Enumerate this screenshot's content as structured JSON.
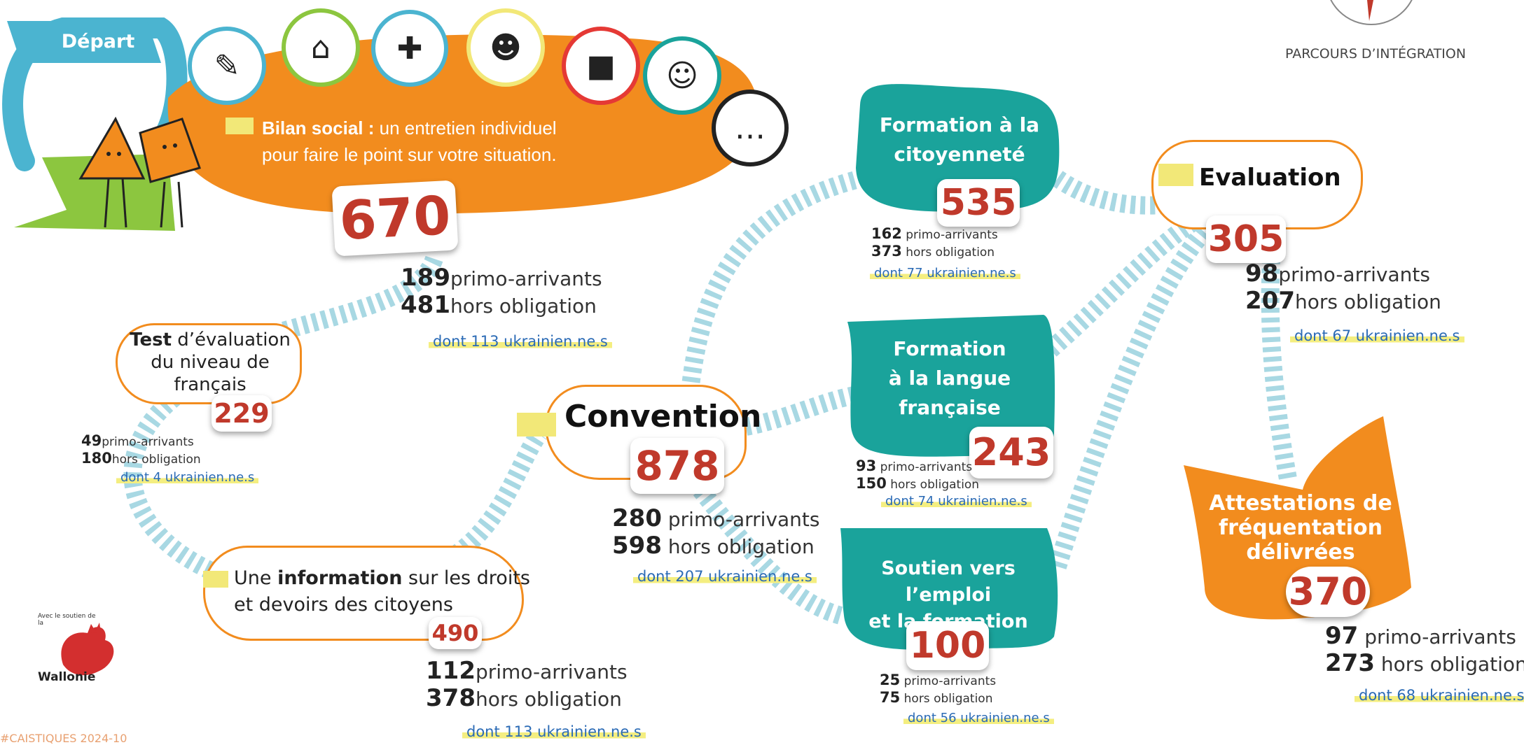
{
  "header": {
    "depart": "Départ",
    "parcours": "PARCOURS D’INTÉGRATION"
  },
  "icons": [
    "teacher-icon",
    "house-icon",
    "medical-kit-icon",
    "worker-icon",
    "bus-icon",
    "culture-icon",
    "speech-bubbles-icon"
  ],
  "bilan": {
    "title_bold": "Bilan social :",
    "title_line1": " un entretien individuel",
    "title_line2": "pour faire le point sur votre situation.",
    "total": "670",
    "primo_n": "189",
    "primo_l": "primo-arrivants",
    "hors_n": "481",
    "hors_l": "hors obligation",
    "ukr": "dont 113 ukrainien.ne.s"
  },
  "test": {
    "bold": "Test",
    "rest1": " d’évaluation",
    "rest2": "du niveau de",
    "rest3": "français",
    "total": "229",
    "primo_n": "49",
    "primo_l": "primo-arrivants",
    "hors_n": "180",
    "hors_l": "hors obligation",
    "ukr": "dont 4 ukrainien.ne.s"
  },
  "info": {
    "pre": "Une ",
    "bold": "information",
    "rest1": " sur les droits",
    "rest2": "et devoirs des citoyens",
    "total": "490",
    "primo_n": "112",
    "primo_l": "primo-arrivants",
    "hors_n": "378",
    "hors_l": "hors obligation",
    "ukr": "dont 113 ukrainien.ne.s"
  },
  "convention": {
    "title": "Convention",
    "total": "878",
    "primo_n": "280",
    "primo_l": "primo-arrivants",
    "hors_n": "598",
    "hors_l": "hors obligation",
    "ukr": "dont 207 ukrainien.ne.s"
  },
  "citoyennete": {
    "line1": "Formation à la",
    "line2": "citoyenneté",
    "total": "535",
    "primo_n": "162",
    "primo_l": "primo-arrivants",
    "hors_n": "373",
    "hors_l": "hors obligation",
    "ukr": "dont 77 ukrainien.ne.s"
  },
  "langue": {
    "line1": "Formation",
    "line2": "à la langue",
    "line3": "française",
    "total": "243",
    "primo_n": "93",
    "primo_l": "primo-arrivants",
    "hors_n": "150",
    "hors_l": "hors obligation",
    "ukr": "dont 74 ukrainien.ne.s"
  },
  "emploi": {
    "line1": "Soutien vers l’emploi",
    "line2": "et la formation",
    "total": "100",
    "primo_n": "25",
    "primo_l": "primo-arrivants",
    "hors_n": "75",
    "hors_l": "hors obligation",
    "ukr": "dont 56 ukrainien.ne.s"
  },
  "evaluation": {
    "title": "Evaluation",
    "total": "305",
    "primo_n": "98",
    "primo_l": "primo-arrivants",
    "hors_n": "207",
    "hors_l": "hors obligation",
    "ukr": "dont 67 ukrainien.ne.s"
  },
  "attestations": {
    "line1": "Attestations de",
    "line2": "fréquentation",
    "line3": "délivrées",
    "total": "370",
    "primo_n": "97",
    "primo_l": "primo-arrivants",
    "hors_n": "273",
    "hors_l": "hors obligation",
    "ukr": "dont 68 ukrainien.ne.s"
  },
  "footer": {
    "soutien": "Avec le soutien de la",
    "wallonie": "Wallonie",
    "tag": "#CAISTIQUES 2024-10"
  },
  "colors": {
    "orange": "#f28c1e",
    "teal": "#1aa39b",
    "red": "#c0392b",
    "light_blue": "#a8d8e3",
    "yellow": "#f2e878",
    "green": "#8cc63f"
  }
}
